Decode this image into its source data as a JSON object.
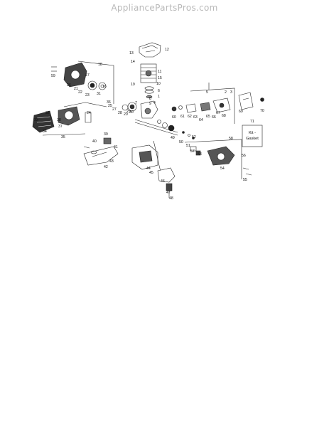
{
  "site": {
    "watermark": "AppliancePartsPros.com"
  },
  "diagram": {
    "kit_box": {
      "line1": "Kit -",
      "line2": "Gasket"
    },
    "part_numbers": [
      "1",
      "2",
      "3",
      "4",
      "5",
      "6",
      "7",
      "8",
      "9",
      "10",
      "11",
      "12",
      "13",
      "14",
      "15",
      "16",
      "17",
      "18",
      "19",
      "20",
      "21",
      "22",
      "23",
      "24",
      "25",
      "26",
      "27",
      "28",
      "29",
      "30",
      "31",
      "32",
      "33",
      "34",
      "35",
      "36",
      "37",
      "38",
      "39",
      "40",
      "41",
      "42",
      "43",
      "44",
      "45",
      "46",
      "47",
      "48",
      "49",
      "50",
      "51",
      "52",
      "53",
      "54",
      "55",
      "56",
      "57",
      "58",
      "59",
      "60",
      "61",
      "62",
      "63",
      "64",
      "65",
      "66",
      "67",
      "68",
      "69",
      "70",
      "71"
    ]
  }
}
